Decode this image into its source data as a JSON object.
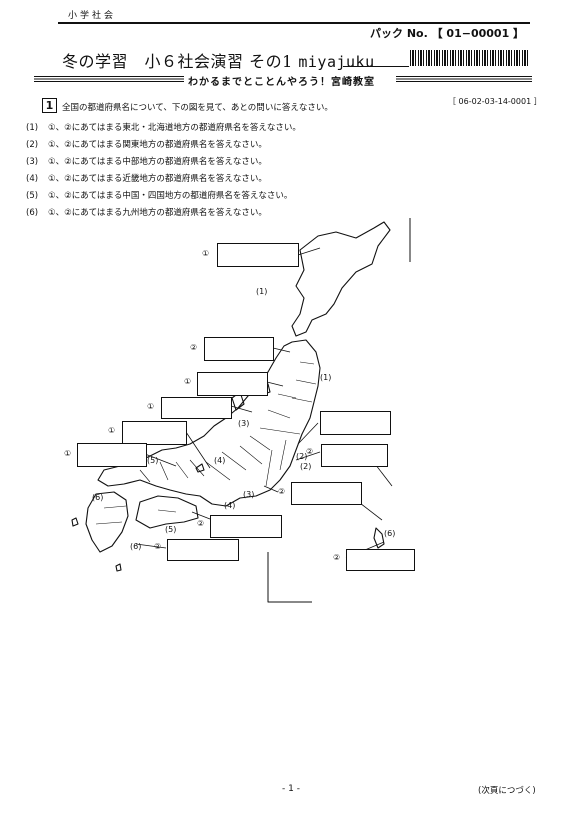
{
  "header": {
    "subject": "小学社会",
    "pack_label": "パック No. 【 01−00001 】",
    "title_jp": "冬の学習　小６社会演習 その1",
    "title_en": "miyajuku",
    "slogan": "わかるまでとことんやろう！宮崎教室",
    "code": "［ 06-02-03-14-0001 ］"
  },
  "question": {
    "number": "1",
    "intro": "全国の都道府県名について、下の図を見て、あとの問いに答えなさい。",
    "items": [
      {
        "num": "(1)",
        "text": "①、②にあてはまる東北・北海道地方の都道府県名を答えなさい。"
      },
      {
        "num": "(2)",
        "text": "①、②にあてはまる関東地方の都道府県名を答えなさい。"
      },
      {
        "num": "(3)",
        "text": "①、②にあてはまる中部地方の都道府県名を答えなさい。"
      },
      {
        "num": "(4)",
        "text": "①、②にあてはまる近畿地方の都道府県名を答えなさい。"
      },
      {
        "num": "(5)",
        "text": "①、②にあてはまる中国・四国地方の都道府県名を答えなさい。"
      },
      {
        "num": "(6)",
        "text": "①、②にあてはまる九州地方の都道府県名を答えなさい。"
      }
    ]
  },
  "map_labels": {
    "c1": "①",
    "c2": "②",
    "r1": "(1)",
    "r2": "(2)",
    "r3": "(3)",
    "r4": "(4)",
    "r5": "(5)",
    "r6": "(6)"
  },
  "footer": {
    "page": "- 1 -",
    "next": "(次頁につづく)"
  }
}
